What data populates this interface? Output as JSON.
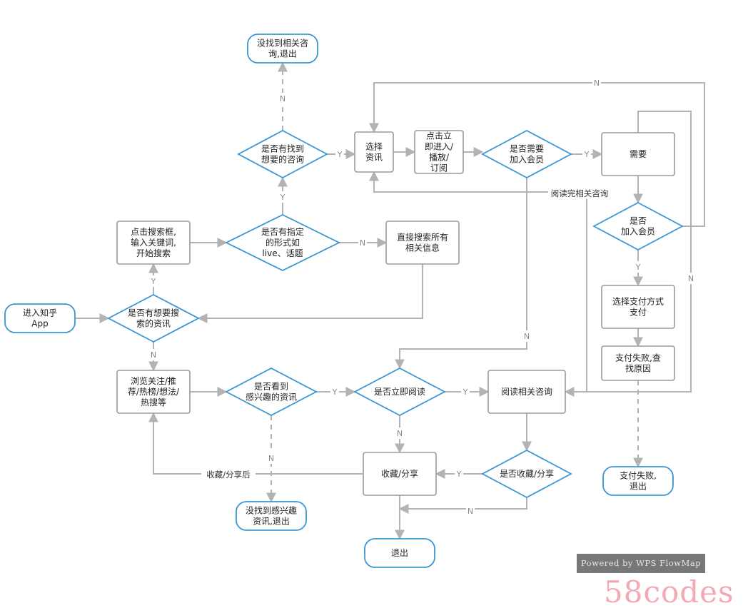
{
  "nodes": {
    "enter_app": [
      "进入知乎",
      "App"
    ],
    "want_search": [
      "是否有想要搜",
      "索的资讯"
    ],
    "click_search": [
      "点击搜索框,",
      "输入关键词,",
      "开始搜索"
    ],
    "specified_form": [
      "是否有指定",
      "的形式如",
      "live、话题"
    ],
    "direct_search": [
      "直接搜索所有",
      "相关信息"
    ],
    "found_wanted": [
      "是否有找到",
      "想要的咨询"
    ],
    "not_found": [
      "没找到相关咨",
      "询,退出"
    ],
    "select_info": [
      "选择",
      "资讯"
    ],
    "click_enter": [
      "点击立",
      "即进入/",
      "播放/",
      "订阅"
    ],
    "need_member": [
      "是否需要",
      "加入会员"
    ],
    "need": [
      "需要"
    ],
    "join_member": [
      "是否",
      "加入会员"
    ],
    "choose_pay": [
      "选择支付方式",
      "支付"
    ],
    "pay_fail_reason": [
      "支付失败,查",
      "找原因"
    ],
    "pay_fail_exit": [
      "支付失败,",
      "退出"
    ],
    "browse": [
      "浏览关注/推",
      "荐/热榜/想法/",
      "热搜等"
    ],
    "see_interest": [
      "是否看到",
      "感兴趣的资讯"
    ],
    "read_now": [
      "是否立即阅读"
    ],
    "read_related": [
      "阅读相关咨询"
    ],
    "no_interest": [
      "没找到感兴趣",
      "资讯,退出"
    ],
    "collect_share": [
      "收藏/分享"
    ],
    "is_collect": [
      "是否收藏/分享"
    ],
    "exit": [
      "退出"
    ]
  },
  "edge_labels": {
    "y": "Y",
    "n": "N",
    "read_done": "阅读完相关咨询",
    "after_collect": "收藏/分享后"
  },
  "colors": {
    "decision_stroke": "#3a97d4",
    "process_stroke": "#9a9a9a",
    "edge": "#b3b3b3",
    "watermark": "#f3a9b3"
  },
  "footer": {
    "badge": "Powered by WPS FlowMap",
    "watermark": "58codes"
  }
}
